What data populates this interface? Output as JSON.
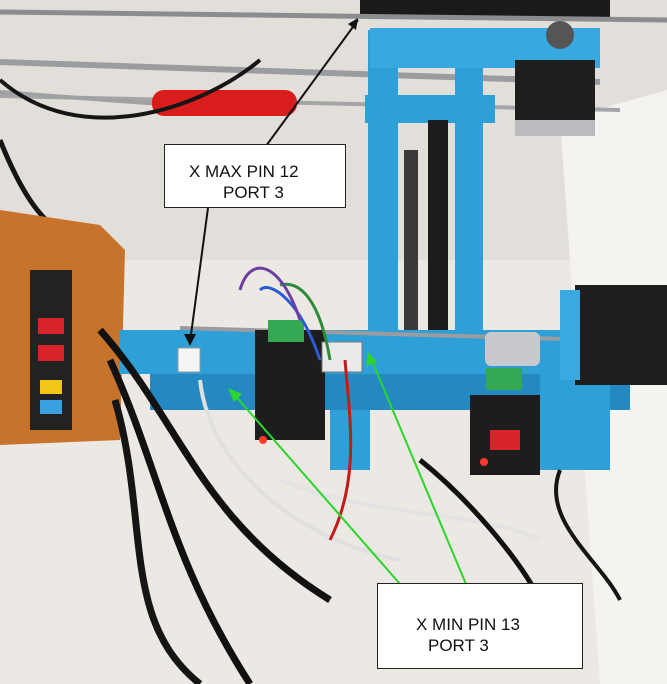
{
  "labels": {
    "x_max": {
      "line1": "X MAX PIN 12",
      "line2": "PORT 3"
    },
    "x_min": {
      "line1": "X MIN PIN 13",
      "line2": "PORT 3"
    }
  },
  "colors": {
    "frame_blue": "#2f9fd8",
    "pointer_black": "#111111",
    "pointer_green": "#2bd62b",
    "screwdriver_red": "#d91c1c",
    "board_orange": "#c8732c"
  }
}
